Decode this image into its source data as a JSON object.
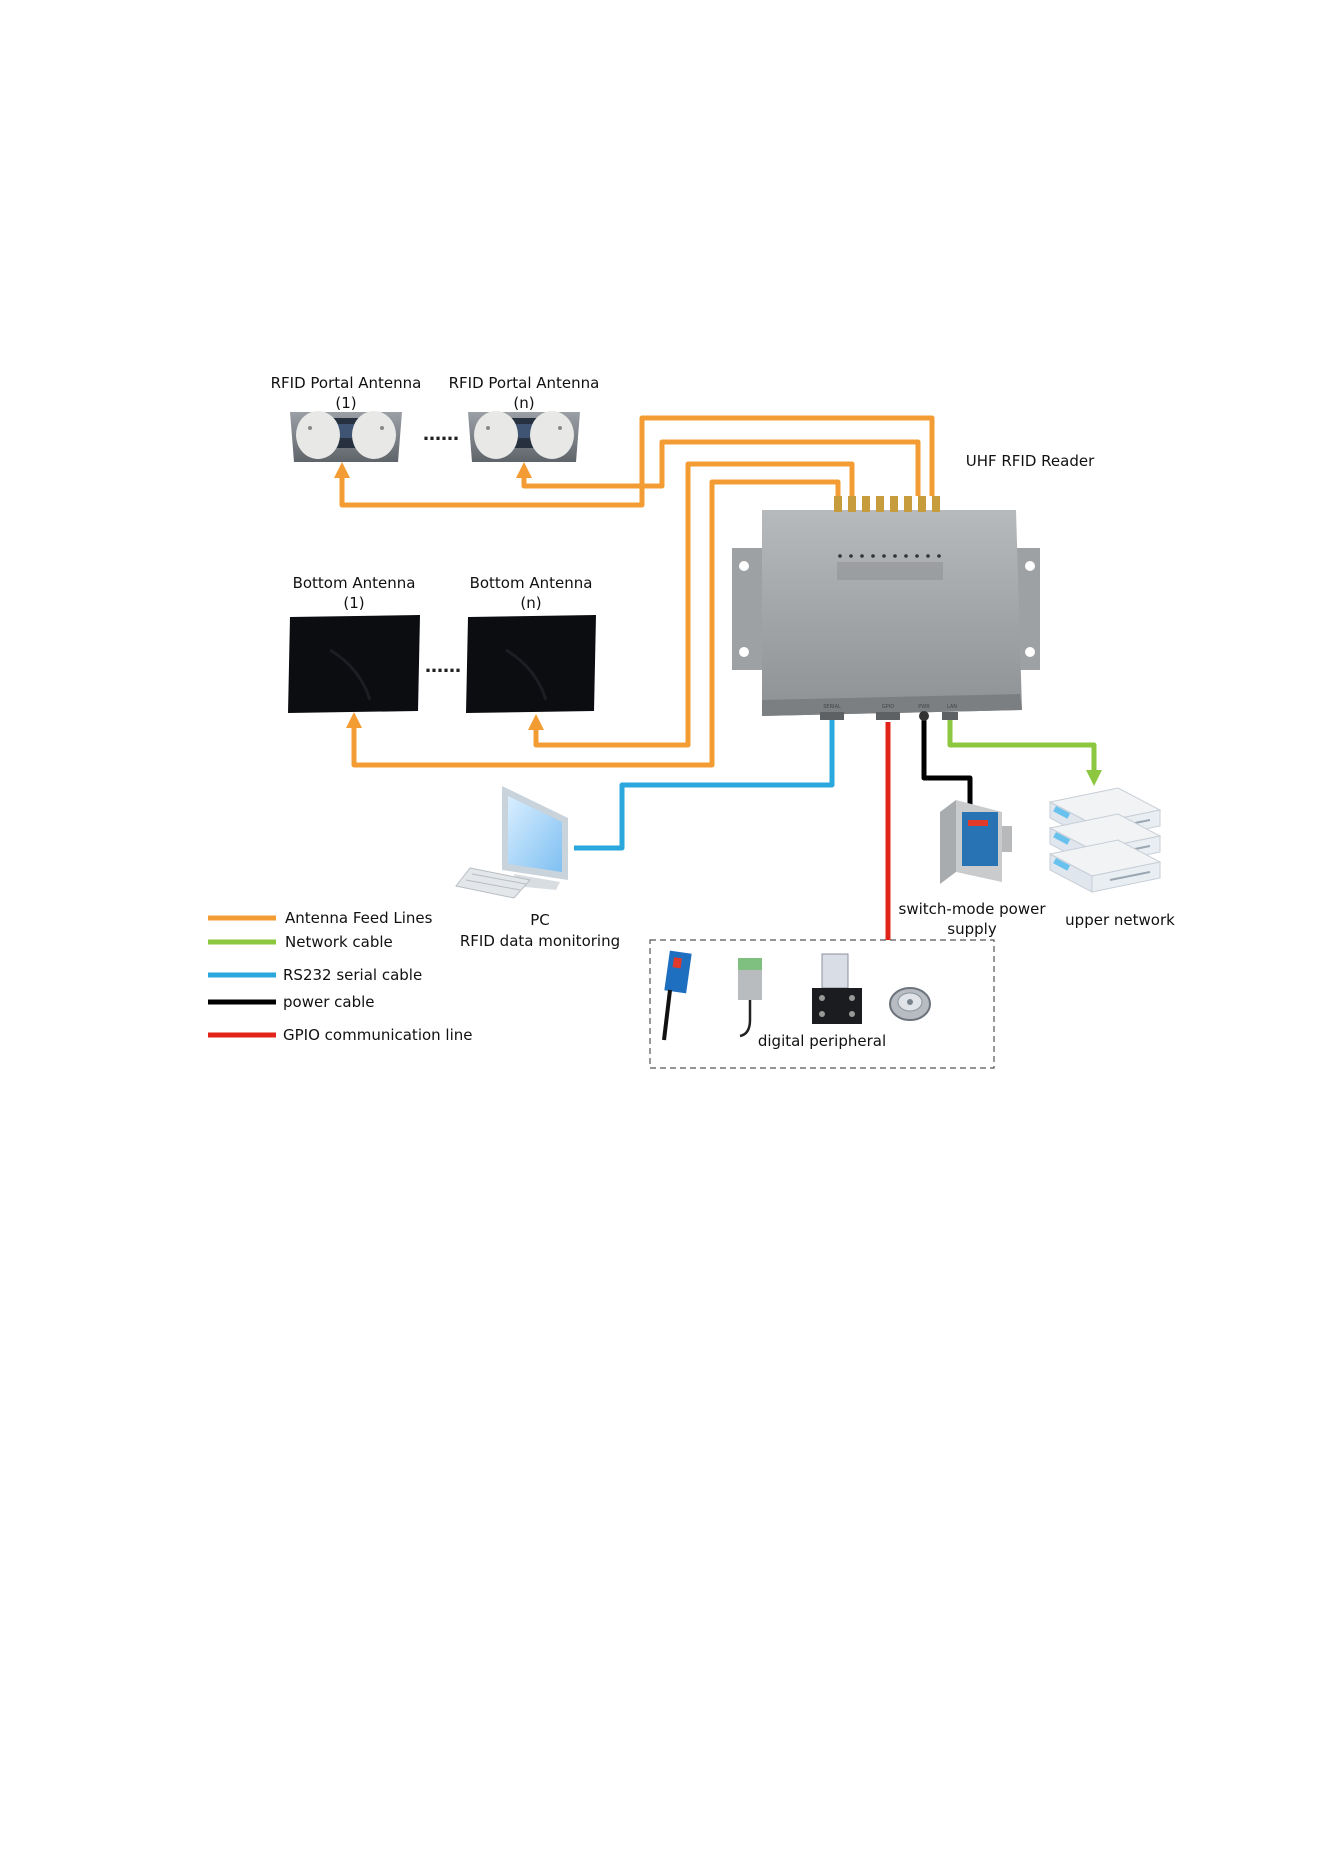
{
  "labels": {
    "portal_antenna_1_title": "RFID Portal Antenna",
    "portal_antenna_1_sub": "(1)",
    "portal_antenna_n_title": "RFID Portal Antenna",
    "portal_antenna_n_sub": "(n)",
    "bottom_antenna_1_title": "Bottom Antenna",
    "bottom_antenna_1_sub": "(1)",
    "bottom_antenna_n_title": "Bottom Antenna",
    "bottom_antenna_n_sub": "(n)",
    "reader": "UHF RFID Reader",
    "pc_title": "PC",
    "pc_sub": "RFID data monitoring",
    "psu_title": "switch-mode power",
    "psu_sub": "supply",
    "network": "upper network",
    "peripheral": "digital peripheral",
    "ellipsis": "……"
  },
  "ports": {
    "serial": "SERIAL",
    "gpio": "GPIO",
    "pwr": "PWR",
    "lan": "LAN"
  },
  "legend": [
    {
      "label": "Antenna Feed Lines",
      "color": "#f39c33"
    },
    {
      "label": "Network cable",
      "color": "#8dc63f"
    },
    {
      "label": "RS232 serial cable",
      "color": "#2aa7dc"
    },
    {
      "label": "power cable",
      "color": "#000000"
    },
    {
      "label": "GPIO communication line",
      "color": "#e2231a"
    }
  ],
  "colors": {
    "antenna_feed": "#f39c33",
    "network": "#8dc63f",
    "serial": "#2aa7dc",
    "power": "#000000",
    "gpio": "#e2231a"
  }
}
